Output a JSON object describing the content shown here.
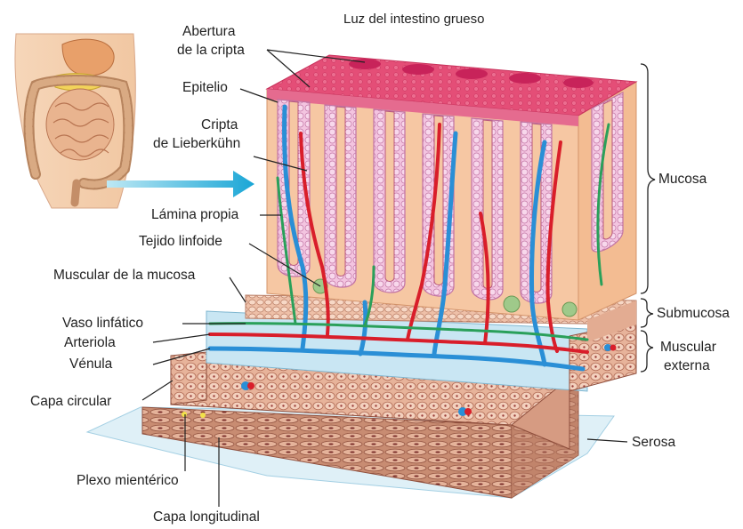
{
  "diagram": {
    "title": "Luz del intestino grueso",
    "left_labels": {
      "abertura_cripta": [
        "Abertura",
        "de la cripta"
      ],
      "epitelio": "Epitelio",
      "cripta_lieberkuhn": [
        "Cripta",
        "de Lieberkühn"
      ],
      "lamina_propia": "Lámina propia",
      "tejido_linfoide": "Tejido linfoide",
      "muscular_mucosa": "Muscular de la mucosa",
      "vaso_linfatico": "Vaso linfático",
      "arteriola": "Arteriola",
      "venula": "Vénula",
      "capa_circular": "Capa circular",
      "plexo_mienterico": "Plexo mientérico",
      "capa_longitudinal": "Capa longitudinal"
    },
    "right_labels": {
      "mucosa": "Mucosa",
      "submucosa": "Submucosa",
      "muscular_externa": [
        "Muscular",
        "externa"
      ],
      "serosa": "Serosa"
    },
    "colors": {
      "lumen_surface": "#e8507a",
      "epithelium": "#f2b6d8",
      "lamina_propria": "#f6c7a3",
      "artery": "#d91e2a",
      "vein": "#2a8fd6",
      "lymphatic": "#2aa05a",
      "muscle": "#c98a6e",
      "arrow": "#2bb3d8",
      "leader": "#222222"
    }
  }
}
